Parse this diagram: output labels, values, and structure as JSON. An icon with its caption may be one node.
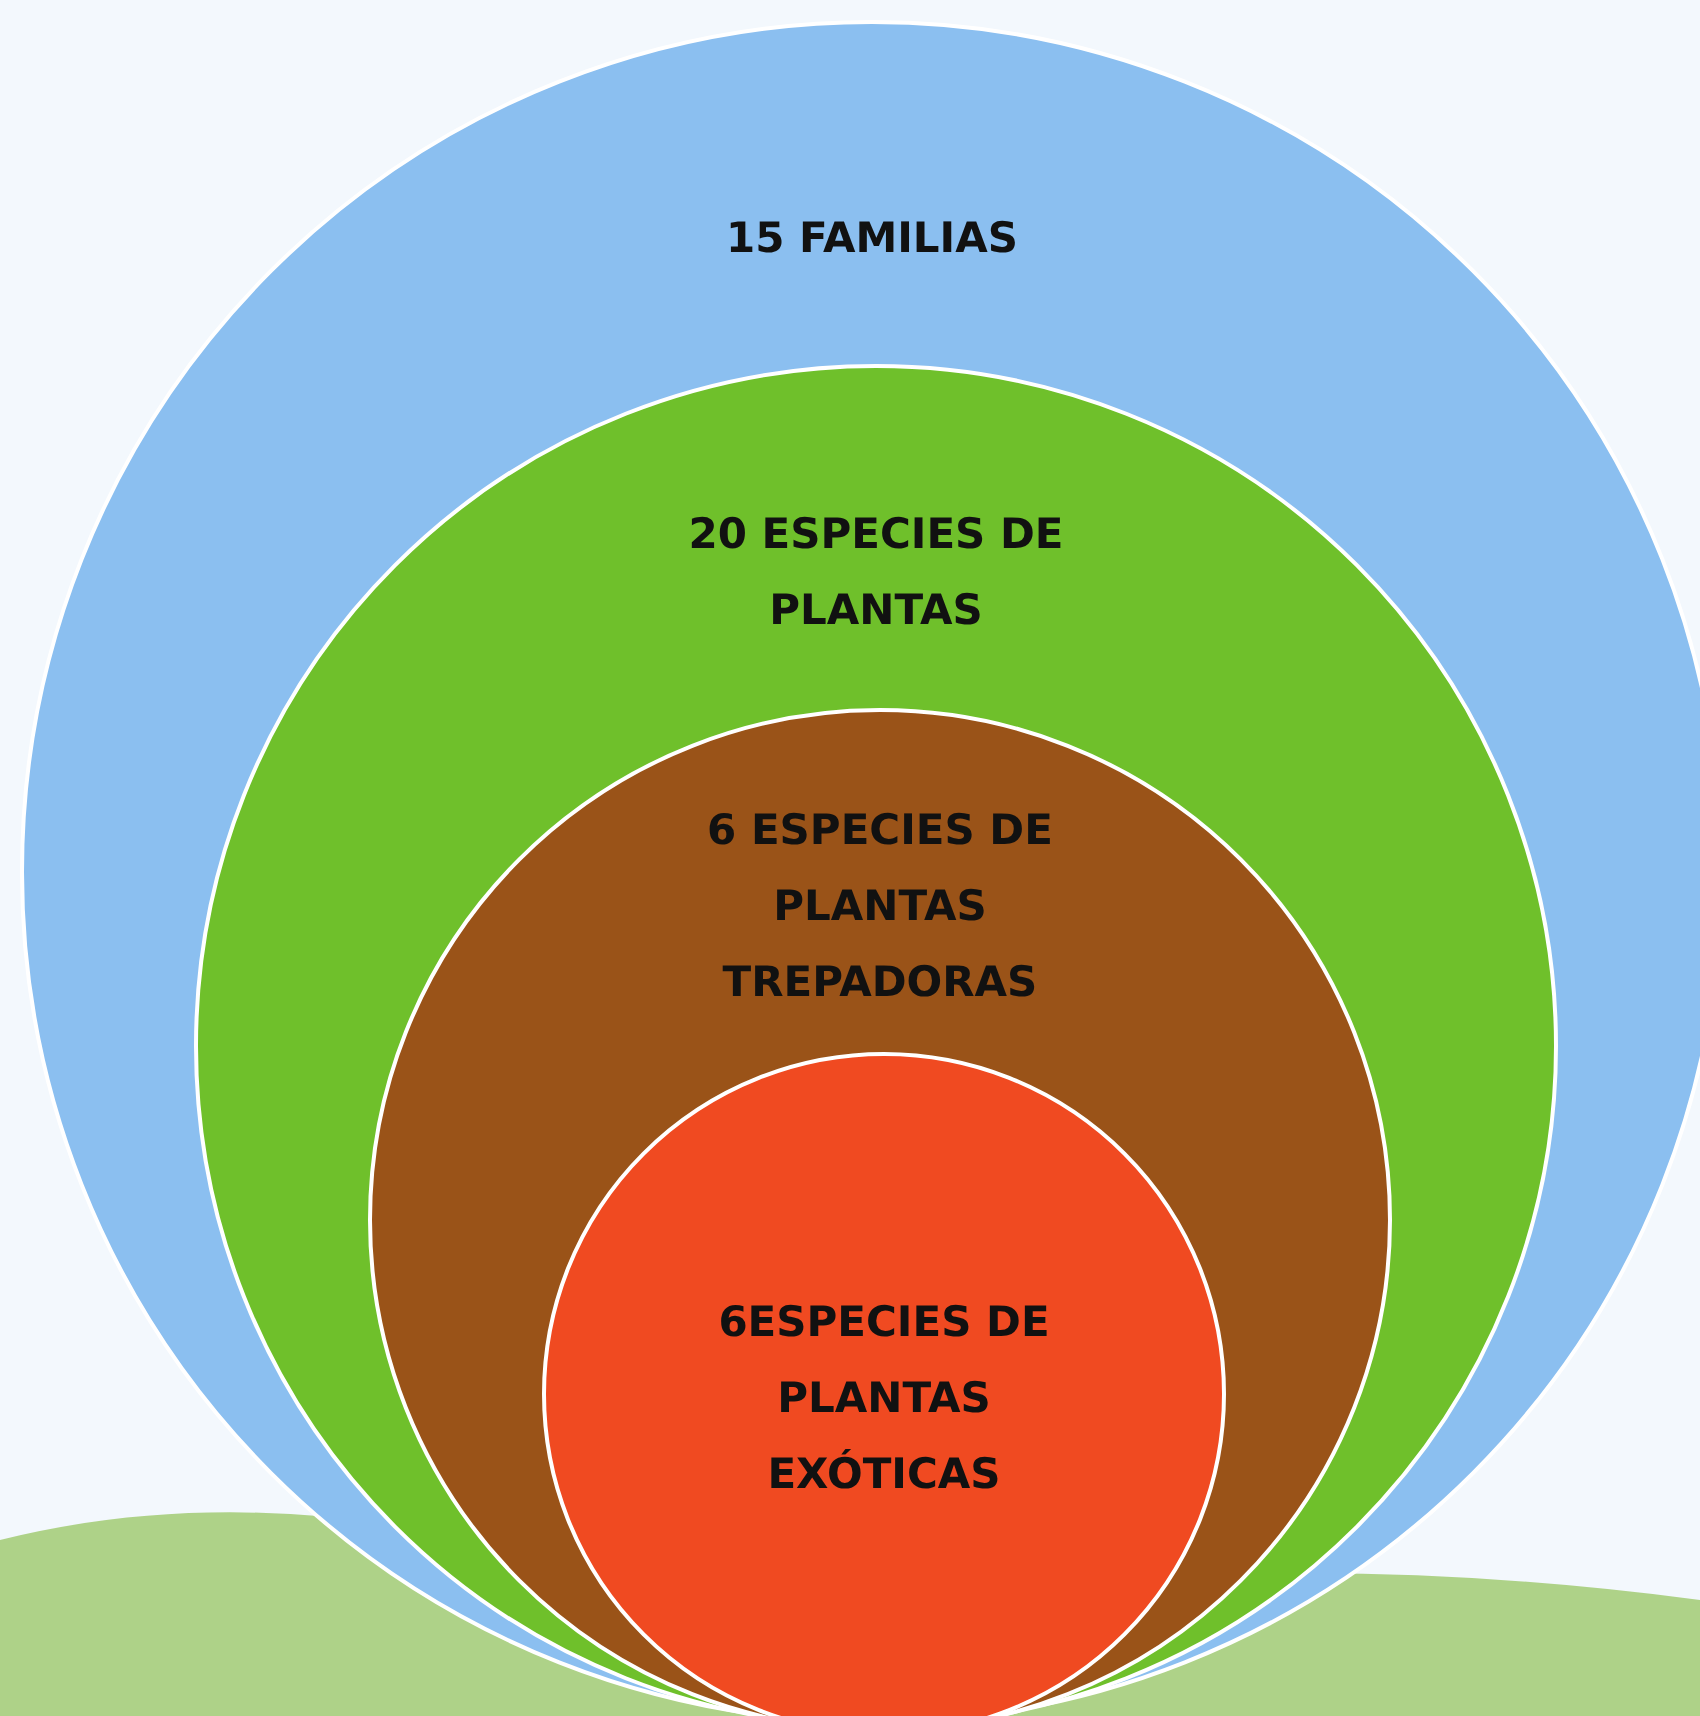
{
  "diagram": {
    "nodes": [
      {
        "text": [
          "15 FAMILIAS"
        ]
      },
      {
        "text": [
          "20 ESPECIES DE PLANTAS"
        ],
        "in": 0
      },
      {
        "text": [
          "6 ESPECIES DE PLANTAS TREPADORAS"
        ],
        "in": 1
      },
      {
        "text": [
          "6ESPECIES DE PLANTAS EXÓTICAS"
        ],
        "in": 2
      }
    ]
  }
}
